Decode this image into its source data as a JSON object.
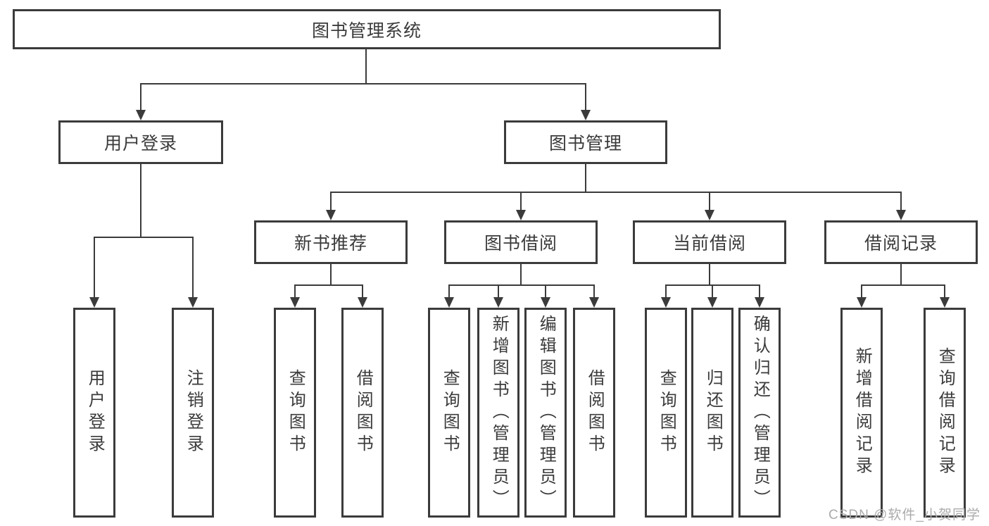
{
  "colors": {
    "ink": "#3b3b3b",
    "background": "#ffffff",
    "watermark": "#ababab"
  },
  "tree": {
    "root": {
      "label": "图书管理系统"
    },
    "branches": [
      {
        "label": "用户登录",
        "children": [
          {
            "label": "用户登录"
          },
          {
            "label": "注销登录"
          }
        ]
      },
      {
        "label": "图书管理",
        "children": [
          {
            "label": "新书推荐",
            "children": [
              {
                "label": "查询图书"
              },
              {
                "label": "借阅图书"
              }
            ]
          },
          {
            "label": "图书借阅",
            "children": [
              {
                "label": "查询图书"
              },
              {
                "label": "新增图书（管理员）"
              },
              {
                "label": "编辑图书（管理员）"
              },
              {
                "label": "借阅图书"
              }
            ]
          },
          {
            "label": "当前借阅",
            "children": [
              {
                "label": "查询图书"
              },
              {
                "label": "归还图书"
              },
              {
                "label": "确认归还（管理员）"
              }
            ]
          },
          {
            "label": "借阅记录",
            "children": [
              {
                "label": "新增借阅记录"
              },
              {
                "label": "查询借阅记录"
              }
            ]
          }
        ]
      }
    ]
  },
  "watermark": {
    "text": "CSDN @软件_小贺同学"
  }
}
